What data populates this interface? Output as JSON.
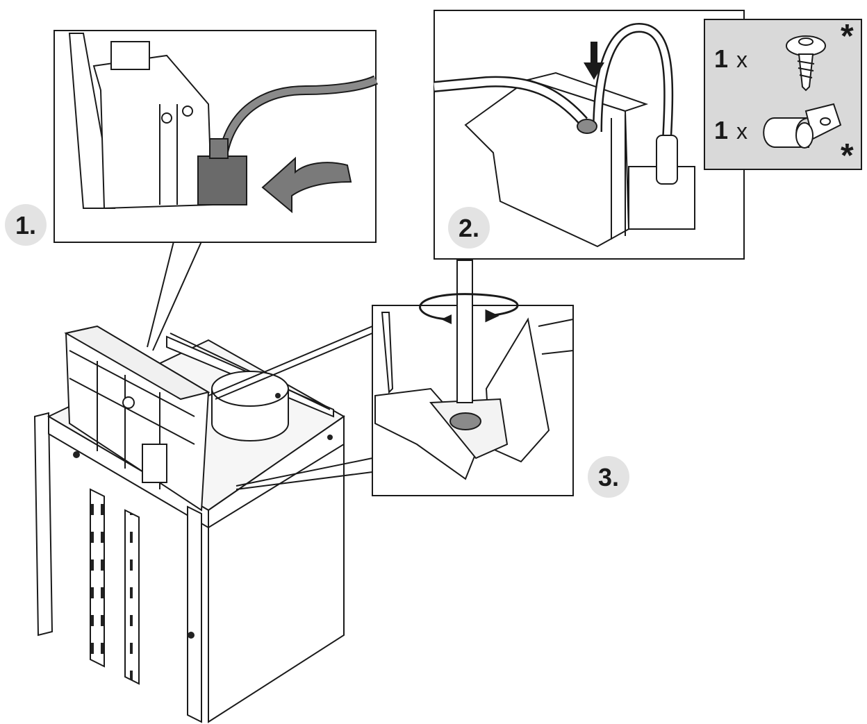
{
  "steps": {
    "step1": {
      "label": "1."
    },
    "step2": {
      "label": "2."
    },
    "step3": {
      "label": "3."
    }
  },
  "parts_inset": {
    "screw": {
      "quantity": "1",
      "multiplier": "x",
      "mark": "*",
      "icon": "screw-icon"
    },
    "cable_clip": {
      "quantity": "1",
      "multiplier": "x",
      "mark": "*",
      "icon": "cable-clip-icon"
    }
  },
  "colors": {
    "line": "#1a1a1a",
    "badge_fill": "#e3e3e3",
    "parts_panel": "#d9d9d9",
    "arrow_fill": "#7a7a7a",
    "cable": "#8a8a8a"
  }
}
